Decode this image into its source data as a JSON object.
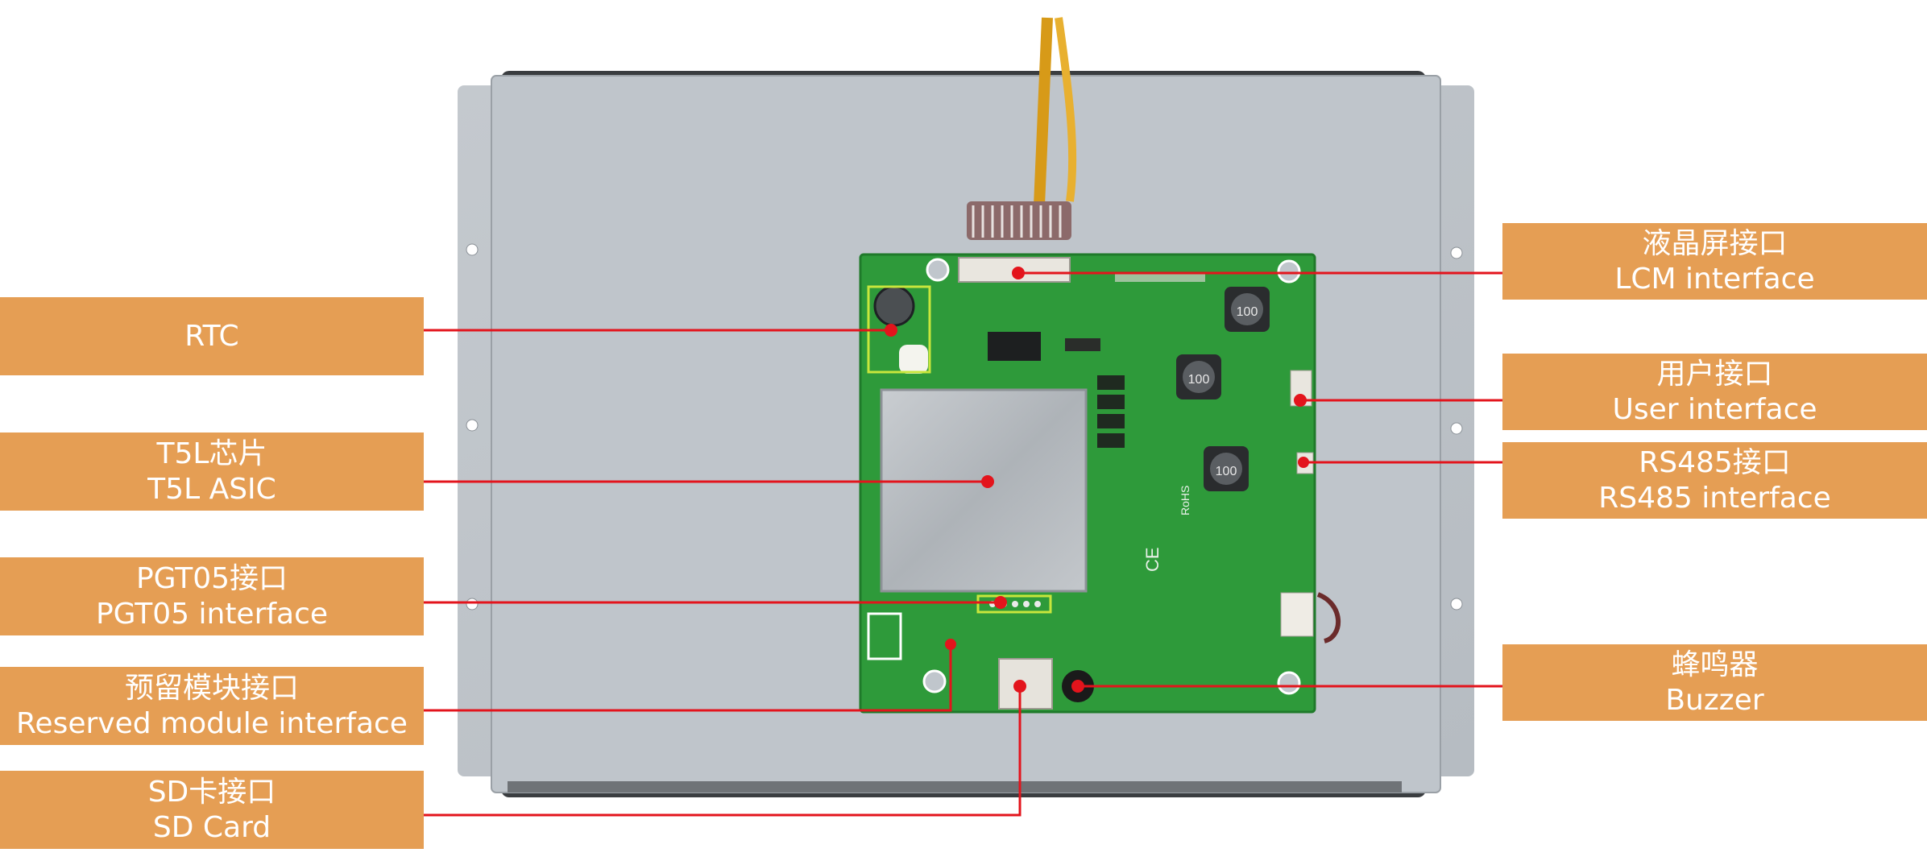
{
  "colors": {
    "callout_bg": "#E59E54",
    "callout_text": "#FFFFFF",
    "leader_line": "#E3141C",
    "pcb_green": "#2E9A3A",
    "panel_gray": "#BCC2C8",
    "highlight_box": "#C8E63C"
  },
  "callouts": {
    "rtc": {
      "line1": "RTC",
      "line2": ""
    },
    "t5l": {
      "line1": "T5L芯片",
      "line2": "T5L ASIC"
    },
    "pgt05": {
      "line1": "PGT05接口",
      "line2": "PGT05 interface"
    },
    "reserved": {
      "line1": "预留模块接口",
      "line2": "Reserved module interface"
    },
    "sd": {
      "line1": "SD卡接口",
      "line2": "SD Card"
    },
    "lcm": {
      "line1": "液晶屏接口",
      "line2": "LCM interface"
    },
    "user": {
      "line1": "用户接口",
      "line2": "User interface"
    },
    "rs485": {
      "line1": "RS485接口",
      "line2": "RS485 interface"
    },
    "buzzer": {
      "line1": "蜂鸣器",
      "line2": "Buzzer"
    }
  },
  "board_markings": {
    "inductor_1": "100",
    "inductor_2": "100",
    "inductor_3": "100",
    "rohs": "RoHS",
    "ce": "CE"
  }
}
